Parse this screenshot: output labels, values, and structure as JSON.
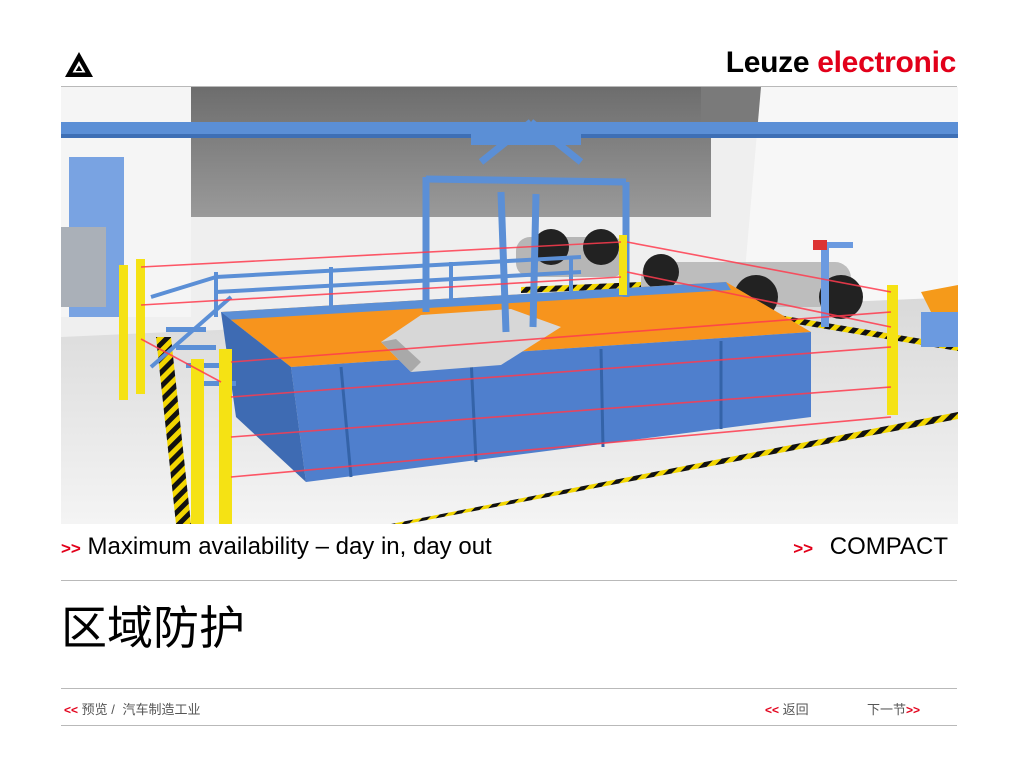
{
  "header": {
    "brand_name": "Leuze",
    "brand_accent": "electronic",
    "logo_icon": "leuze-triangle-logo-icon"
  },
  "colors": {
    "accent": "#e2001a",
    "rule": "#b9b9b9"
  },
  "caption": {
    "left_arrow": ">>",
    "left_text": "Maximum availability – day in, day out",
    "right_arrow": ">>",
    "right_text": "COMPACT"
  },
  "title": "区域防护",
  "footer": {
    "prev_arrow": "<<",
    "prev_label": "预览 /",
    "section_label": "汽车制造工业",
    "back_arrow": "<<",
    "back_label": "返回",
    "next_label": "下一节",
    "next_arrow": ">>"
  }
}
